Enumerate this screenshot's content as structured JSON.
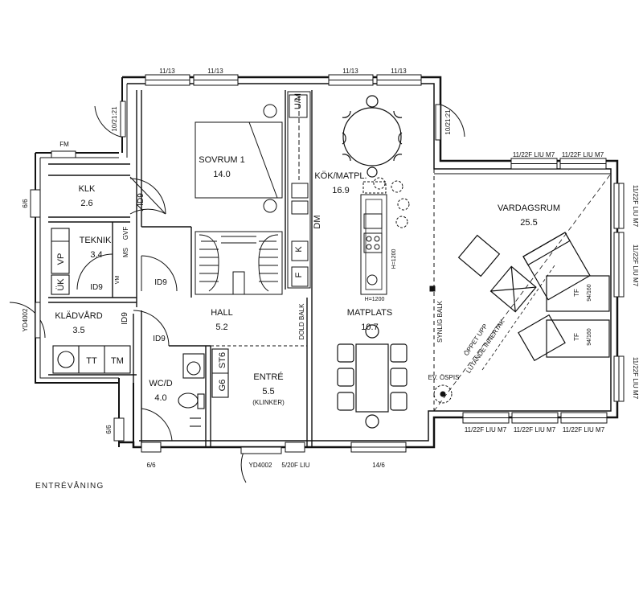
{
  "caption": "ENTRÉVÅNING",
  "rooms": {
    "sovrum": {
      "name": "SOVRUM 1",
      "area": "14.0"
    },
    "kok": {
      "name": "KÖK/MATPL.",
      "area": "16.9"
    },
    "vardagsrum": {
      "name": "VARDAGSRUM",
      "area": "25.5"
    },
    "klk": {
      "name": "KLK",
      "area": "2.6"
    },
    "teknik": {
      "name": "TEKNIK.",
      "area": "3.4"
    },
    "kladvard": {
      "name": "KLÄDVÅRD",
      "area": "3.5"
    },
    "hall": {
      "name": "HALL",
      "area": "5.2"
    },
    "wc": {
      "name": "WC/D",
      "area": "4.0"
    },
    "entre": {
      "name": "ENTRÉ",
      "area": "5.5",
      "note": "(KLINKER)"
    },
    "matplats": {
      "name": "MATPLATS",
      "area": "10.7"
    }
  },
  "windows": {
    "top1": "11/13",
    "top2": "11/13",
    "top3": "11/13",
    "top4": "11/13",
    "left_door": "10/21:21",
    "right_door": "10/21:21",
    "vr_top1": "11/22F LIU M7",
    "vr_top2": "11/22F LIU M7",
    "vr_right1": "11/22F LIU M7",
    "vr_right2": "11/22F LIU M7",
    "vr_right3": "11/22F LIU M7",
    "bot1": "11/22F LIU M7",
    "bot2": "11/22F LIU M7",
    "bot3": "11/22F LIU M7",
    "bot_mid": "14/6",
    "bot_left": "6/6",
    "bot_door": "YD4002",
    "bot_door2": "5/20F LIU",
    "left_klk": "6/6",
    "left_door2": "YD4002",
    "left_wc": "6/6"
  },
  "fixtures": {
    "fm": "FM",
    "vp": "VP",
    "uk": "ÜK",
    "ms": "MS",
    "gvf": "GVF",
    "vm": "VM",
    "tt": "TT",
    "tm": "TM",
    "st6": "ST6",
    "g6": "G6",
    "um": "U/M",
    "dm": "DM",
    "f": "F",
    "k": "K",
    "h1200a": "H=1200",
    "h1200b": "H=1200",
    "tf1": "TF",
    "tf1s": "94/160",
    "tf2": "TF",
    "tf2s": "94/160"
  },
  "doors": {
    "id9a": "ID9",
    "id9b": "ID9",
    "id9c": "ID9",
    "id9d": "ID9",
    "id9e": "ID9"
  },
  "notes": {
    "dold_balk": "DOLD BALK",
    "synlig_balk": "SYNLIG BALK",
    "oppet": "ÖPPET UPP",
    "lutande": "LUTANDE INNERTAK",
    "ev_ospis": "EV. ÖSPIS"
  }
}
